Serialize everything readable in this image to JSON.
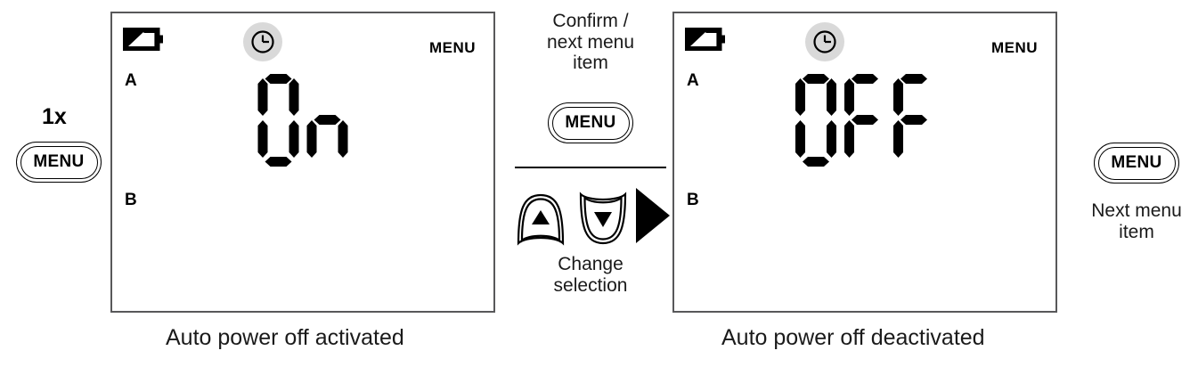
{
  "steps": {
    "left_press": {
      "count": "1x",
      "button_label": "MENU"
    },
    "center": {
      "confirm_text": "Confirm /\nnext menu\nitem",
      "confirm_line1": "Confirm /",
      "confirm_line2": "next menu",
      "confirm_line3": "item",
      "menu_button_label": "MENU",
      "change_line1": "Change",
      "change_line2": "selection",
      "up_icon": "triangle-up-icon",
      "down_icon": "triangle-down-icon",
      "flow_icon": "play-arrow-right-icon"
    },
    "right_press": {
      "button_label": "MENU",
      "next_line1": "Next menu",
      "next_line2": "item"
    }
  },
  "screens": [
    {
      "id": "left",
      "battery_icon": "battery-half-icon",
      "clock_icon": "clock-icon",
      "menu_word": "MENU",
      "channel_a": "A",
      "channel_b": "B",
      "display_value": "On",
      "segments": [
        {
          "char": "O",
          "on": [
            "a",
            "b",
            "c",
            "d",
            "e",
            "f"
          ]
        },
        {
          "char": "n",
          "on": [
            "c",
            "e",
            "g"
          ]
        }
      ],
      "caption": "Auto power off activated"
    },
    {
      "id": "right",
      "battery_icon": "battery-half-icon",
      "clock_icon": "clock-icon",
      "menu_word": "MENU",
      "channel_a": "A",
      "channel_b": "B",
      "display_value": "OFF",
      "segments": [
        {
          "char": "O",
          "on": [
            "a",
            "b",
            "c",
            "d",
            "e",
            "f"
          ]
        },
        {
          "char": "F",
          "on": [
            "a",
            "e",
            "f",
            "g"
          ]
        },
        {
          "char": "F",
          "on": [
            "a",
            "e",
            "f",
            "g"
          ]
        }
      ],
      "caption": "Auto power off deactivated"
    }
  ],
  "colors": {
    "screen_border": "#58585a",
    "segment": "#000000",
    "clock_disc": "#d9d9d9",
    "text": "#1a1a1a"
  }
}
